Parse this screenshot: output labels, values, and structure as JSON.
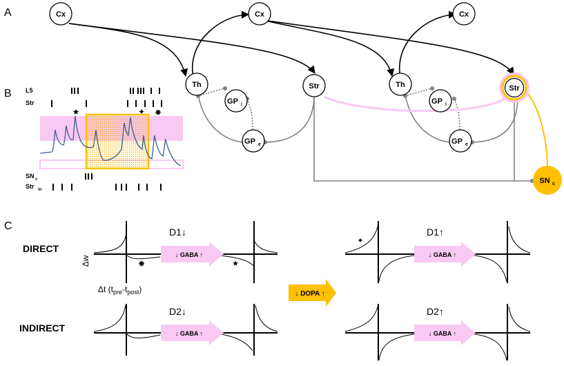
{
  "panels": {
    "a": "A",
    "b": "B",
    "c": "C"
  },
  "nodes": {
    "cx": "Cx",
    "th": "Th",
    "str": "Str",
    "gp": "GP",
    "gpi_sub": "i",
    "gpe_sub": "e",
    "sn": "SN",
    "sn_sub": "c"
  },
  "traces": {
    "l5": "L5",
    "str": "Str",
    "snc": "SN",
    "snc_sub": "c",
    "strin": "Str",
    "strin_sub": "in"
  },
  "panel_c": {
    "direct": "DIRECT",
    "indirect": "INDIRECT",
    "delta_w": "Δw",
    "dt_prefix": "Δt (t",
    "pre": "pre",
    "dash": "-t",
    "post": "post",
    "dt_close": ")",
    "d1_down": "D1↓",
    "d2_down": "D2↓",
    "d1_up": "D1↑",
    "d2_up": "D2↑",
    "gaba": "↓ GABA ↑",
    "dopa": "↓ DOPA ↑"
  },
  "colors": {
    "pink": "#f9c8f3",
    "pink_dark": "#f4a9ee",
    "gold": "#ffc000",
    "gold_edge": "#f0a500",
    "trace": "#3e5f8a",
    "gray": "#808080"
  }
}
